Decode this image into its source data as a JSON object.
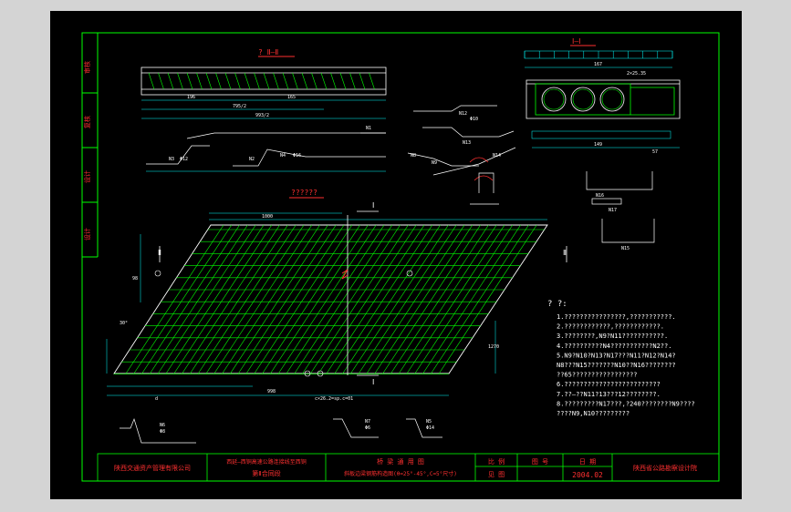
{
  "side_labels": [
    "审核",
    "复核",
    "设计",
    "设计"
  ],
  "titles": {
    "section_2": "? Ⅱ—Ⅱ",
    "section_1": "Ⅰ—Ⅰ",
    "plan": "??????"
  },
  "dims": {
    "top_a": "196",
    "top_b": "165",
    "top_c": "795/2",
    "top_d": "993/2",
    "sec1_total": "167",
    "sec1_right": "2×25.35",
    "sec1_bottom": "149",
    "sec1_bot2": "57",
    "plan_top": "1000",
    "plan_width": "998",
    "plan_left": "d",
    "plan_right": "c×26.2=sp.c=01",
    "plan_height": "1270",
    "plan_side": "98",
    "angle": "30°"
  },
  "markers": {
    "cut_1_top": "Ⅰ",
    "cut_1_bottom": "Ⅰ",
    "cut_2_left": "Ⅱ",
    "cut_2_right": "Ⅱ"
  },
  "bars": [
    "N1",
    "N2",
    "N3",
    "N4",
    "N5",
    "N6",
    "N7",
    "N8",
    "N9",
    "N10",
    "N11",
    "N12",
    "N13",
    "N14",
    "N15",
    "N16",
    "N17"
  ],
  "bar_sizes": [
    "Φ12",
    "Φ10",
    "Φ8",
    "Φ16",
    "Φ6",
    "Φ14"
  ],
  "notes": {
    "heading": "? ?:",
    "lines": [
      "1.????????????????,???????????.",
      "2.????????????,????????????.",
      "3.????????,N9?N11???????????.",
      "4.??????????N4???????????N2??.",
      "5.N9?N10?N13?N17???N11?N12?N14?",
      "  N8???N15???????N10??N16????????",
      "  ??65?????????????????",
      "6.?????????????????????????",
      "7.??—??N11?13???12????????.",
      "8.?????????N17???,?240????????N9????",
      "  ????N9,N10?????????"
    ]
  },
  "title_block": {
    "company": "陕西交通资产管理有限公司",
    "project_line1": "西延—西铜高速公路连接线至西铜",
    "project_line2": "第Ⅱ合同段",
    "drawing_line1": "桥 梁 通 用 图",
    "drawing_line2": "斜板边梁钢筋构造图(θ=25°-45°,C=5°尺寸)",
    "col_a_top": "比 例",
    "col_a_bottom": "见 图",
    "col_b_top": "图 号",
    "col_c_top": "日 期",
    "date": "2004.02",
    "designer": "陕西省公路勘察设计院"
  },
  "colors": {
    "frame": "#00ff00",
    "line": "#ffffff",
    "dim": "#00ffff",
    "rebar": "#00ff00",
    "red": "#ff3030",
    "yellow": "#ffff00",
    "magenta": "#ff00ff"
  }
}
